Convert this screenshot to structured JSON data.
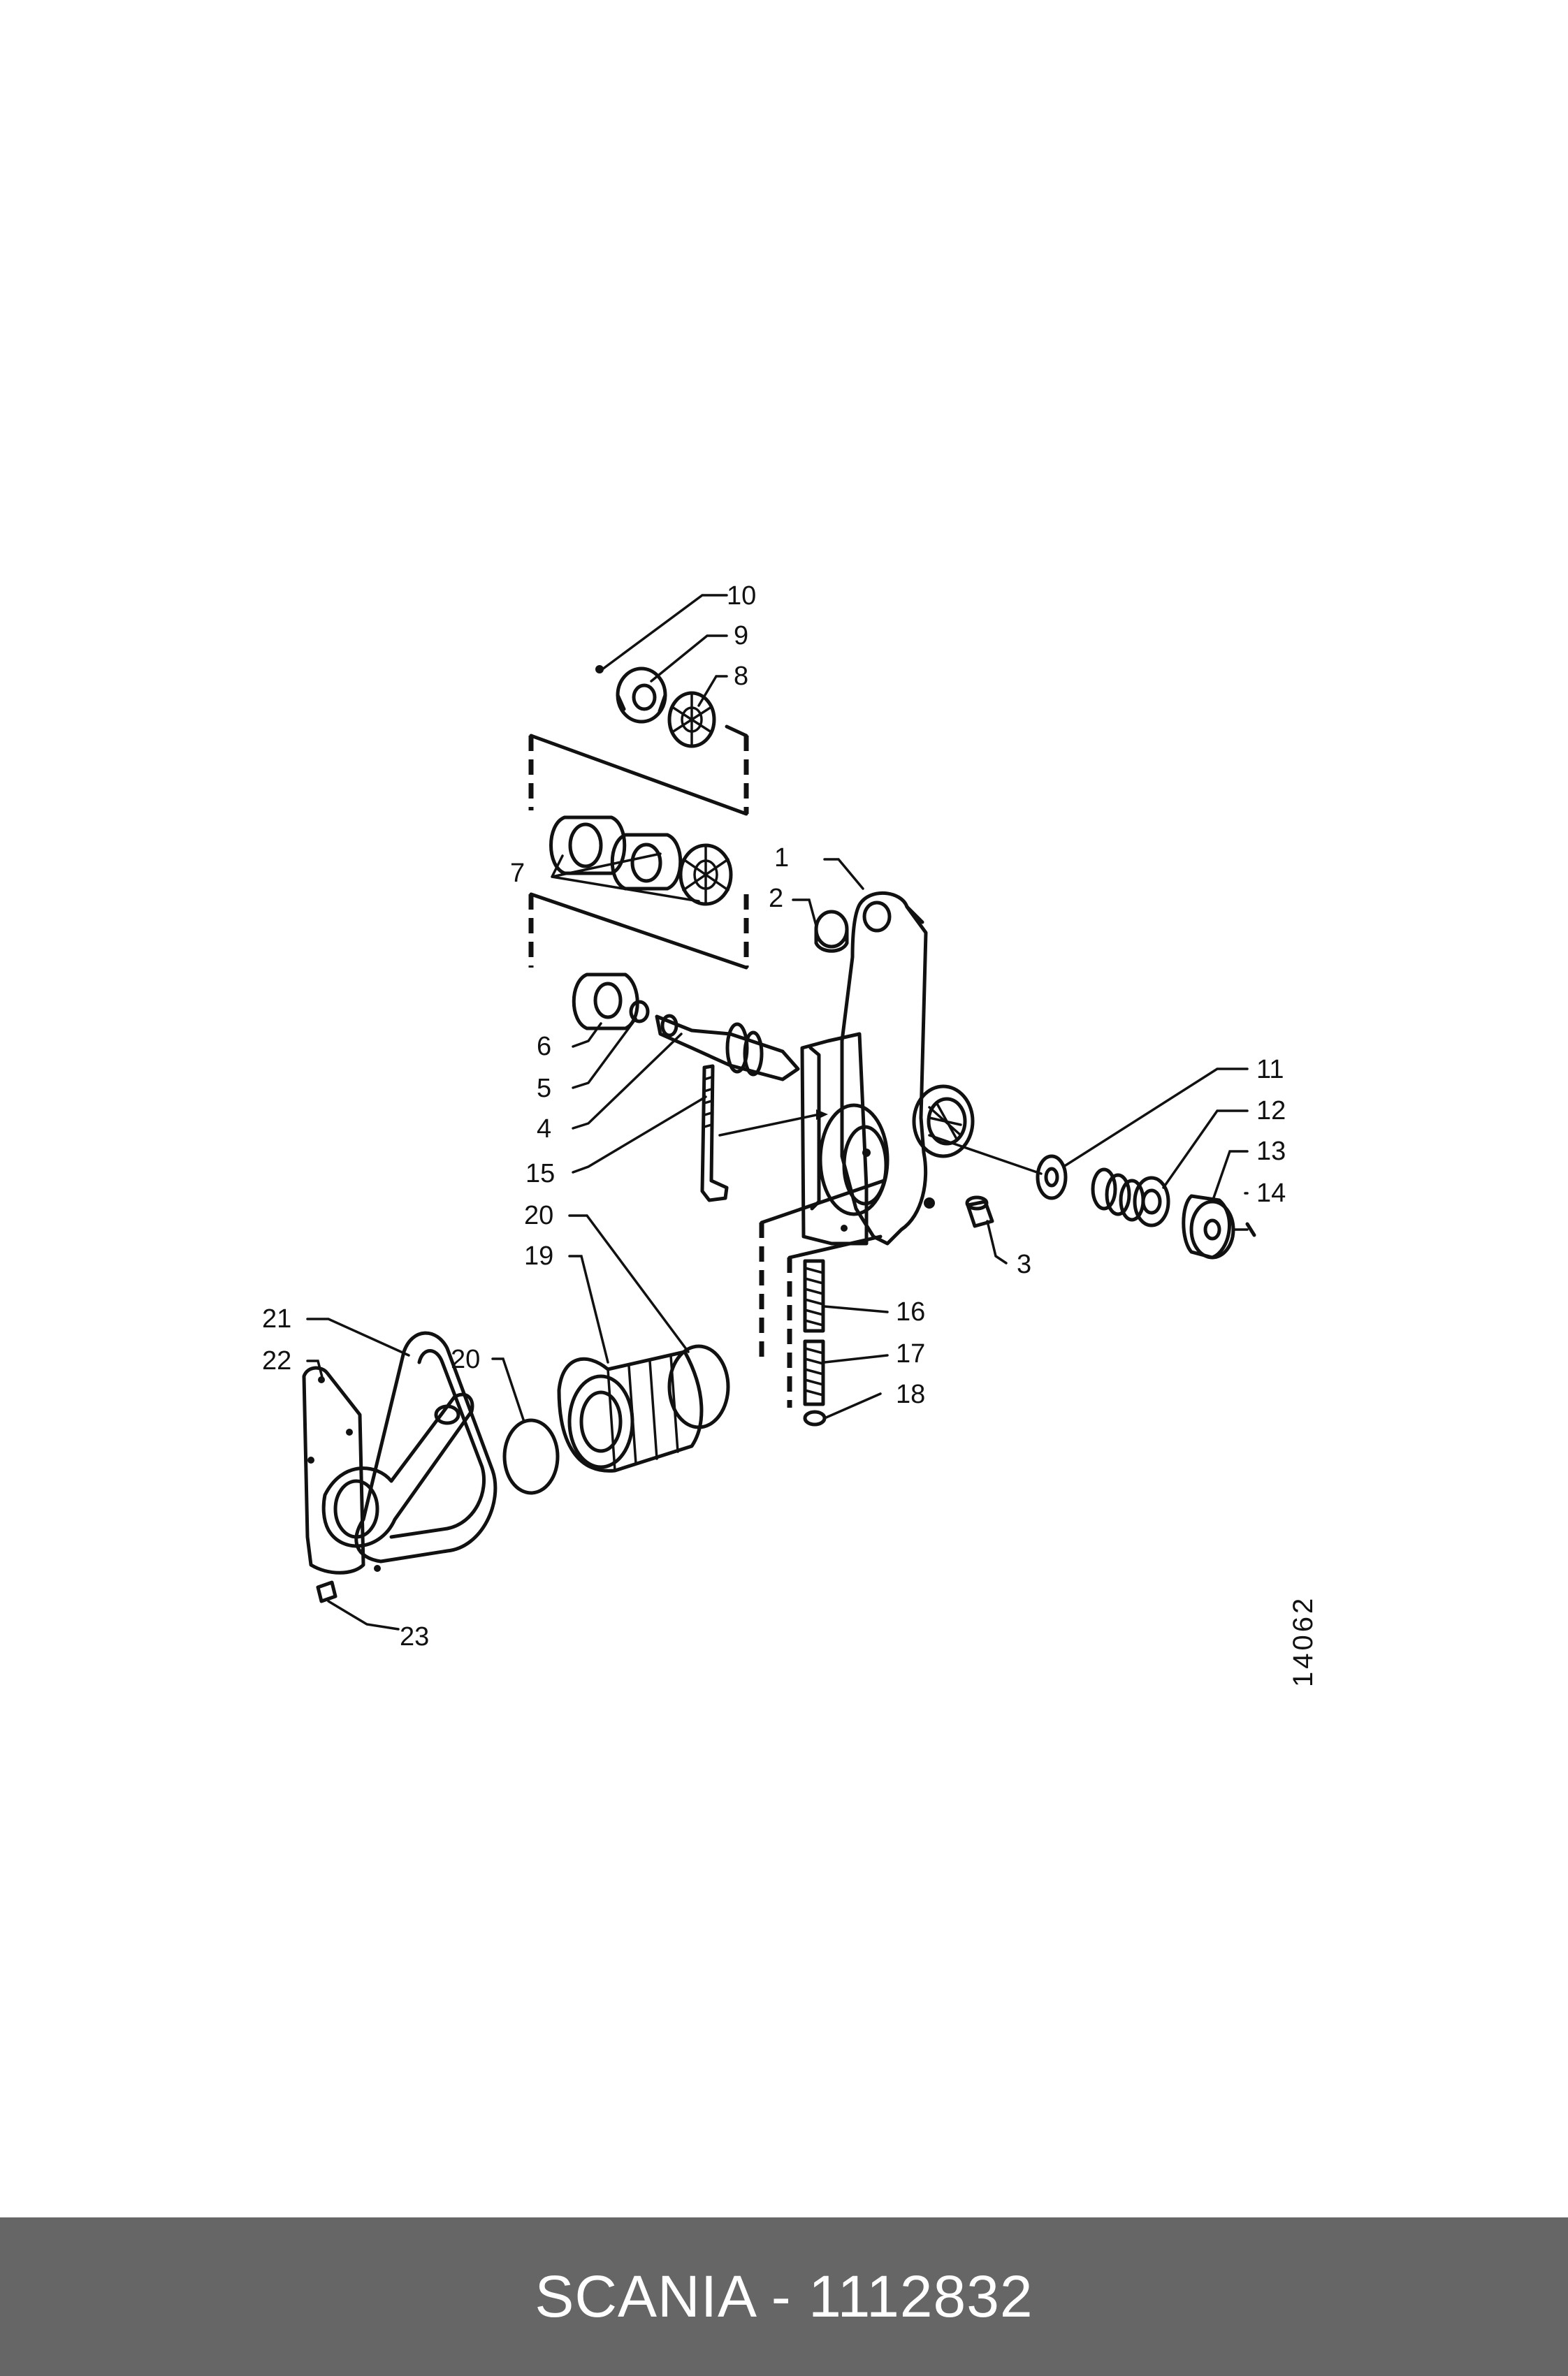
{
  "callouts": [
    {
      "n": "1"
    },
    {
      "n": "2"
    },
    {
      "n": "3"
    },
    {
      "n": "4"
    },
    {
      "n": "5"
    },
    {
      "n": "6"
    },
    {
      "n": "7"
    },
    {
      "n": "8"
    },
    {
      "n": "9"
    },
    {
      "n": "10"
    },
    {
      "n": "11"
    },
    {
      "n": "12"
    },
    {
      "n": "13"
    },
    {
      "n": "14"
    },
    {
      "n": "15"
    },
    {
      "n": "16"
    },
    {
      "n": "17"
    },
    {
      "n": "18"
    },
    {
      "n": "19"
    },
    {
      "n": "20"
    },
    {
      "n": "20"
    },
    {
      "n": "21"
    },
    {
      "n": "22"
    },
    {
      "n": "23"
    }
  ],
  "drawing_id": "14062",
  "caption": "SCANIA - 1112832"
}
